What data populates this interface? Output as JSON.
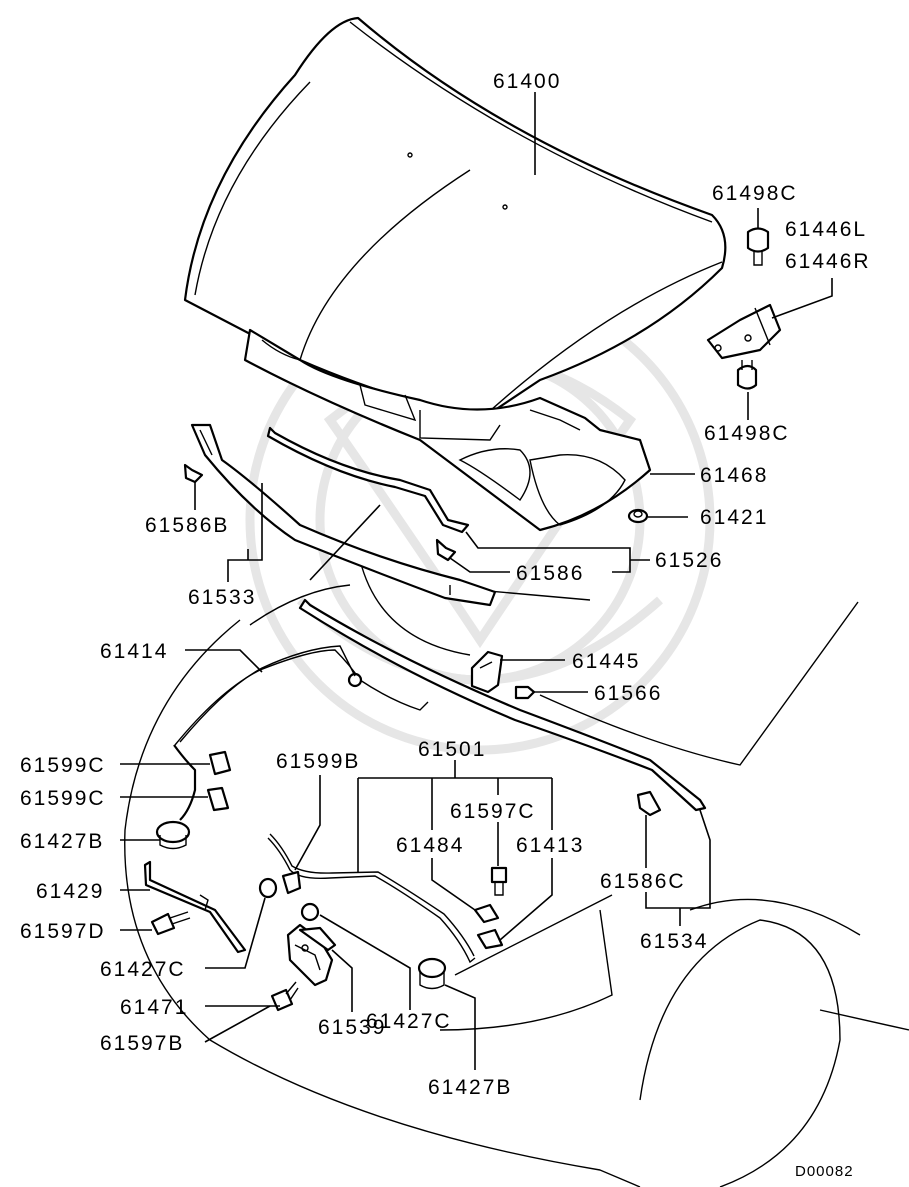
{
  "labels": {
    "l61400": "61400",
    "l61498c_top": "61498C",
    "l61446l": "61446L",
    "l61446r": "61446R",
    "l61498c_bot": "61498C",
    "l61468": "61468",
    "l61421": "61421",
    "l61526": "61526",
    "l61586": "61586",
    "l61586b": "61586B",
    "l61533": "61533",
    "l61414": "61414",
    "l61445": "61445",
    "l61566": "61566",
    "l61599c_1": "61599C",
    "l61599c_2": "61599C",
    "l61599b": "61599B",
    "l61501": "61501",
    "l61597c": "61597C",
    "l61484": "61484",
    "l61413": "61413",
    "l61427b_left": "61427B",
    "l61429": "61429",
    "l61597d": "61597D",
    "l61427c_left": "61427C",
    "l61471": "61471",
    "l61597b": "61597B",
    "l61539": "61539",
    "l61427c_right": "61427C",
    "l61427b_bot": "61427B",
    "l61586c": "61586C",
    "l61534": "61534",
    "diagram_code": "D00082"
  }
}
